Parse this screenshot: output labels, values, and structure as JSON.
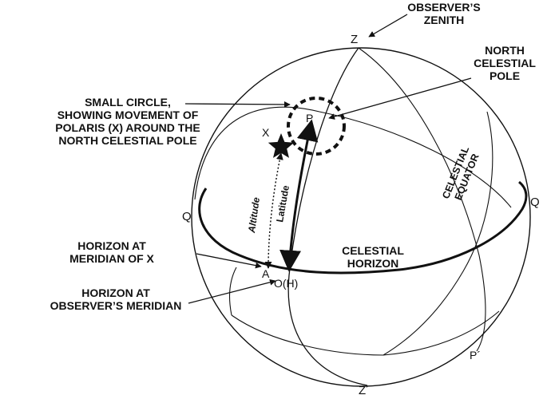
{
  "labels": {
    "zenith": "OBSERVER’S ZENITH",
    "north_pole": "NORTH CELESTIAL POLE",
    "small_circle": "SMALL CIRCLE, SHOWING MOVEMENT OF POLARIS (X) AROUND THE NORTH CELESTIAL POLE",
    "celestial_equator": "CELESTIAL EQUATOR",
    "celestial_horizon": "CELESTIAL HORIZON",
    "horizon_meridian_x": "HORIZON AT MERIDIAN OF X",
    "horizon_observer": "HORIZON AT OBSERVER’S MERIDIAN",
    "altitude": "Altitude",
    "latitude": "Latitude"
  },
  "points": {
    "Z": "Z",
    "P": "P",
    "X": "X",
    "Q_left": "Q",
    "Q_right": "Q",
    "A": "A",
    "O": "O(H)",
    "P_prime": "P´",
    "Z_prime": "Z´"
  },
  "colors": {
    "ink": "#111111",
    "background": "#ffffff"
  }
}
